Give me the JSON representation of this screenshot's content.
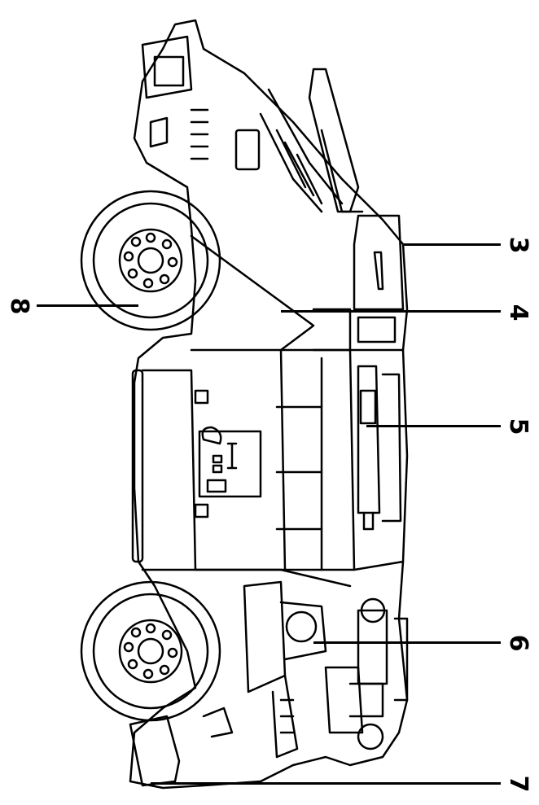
{
  "diagram": {
    "callouts": [
      {
        "id": "callout-3",
        "label": "3"
      },
      {
        "id": "callout-4",
        "label": "4"
      },
      {
        "id": "callout-5",
        "label": "5"
      },
      {
        "id": "callout-6",
        "label": "6"
      },
      {
        "id": "callout-7",
        "label": "7"
      },
      {
        "id": "callout-8",
        "label": "8"
      }
    ]
  }
}
